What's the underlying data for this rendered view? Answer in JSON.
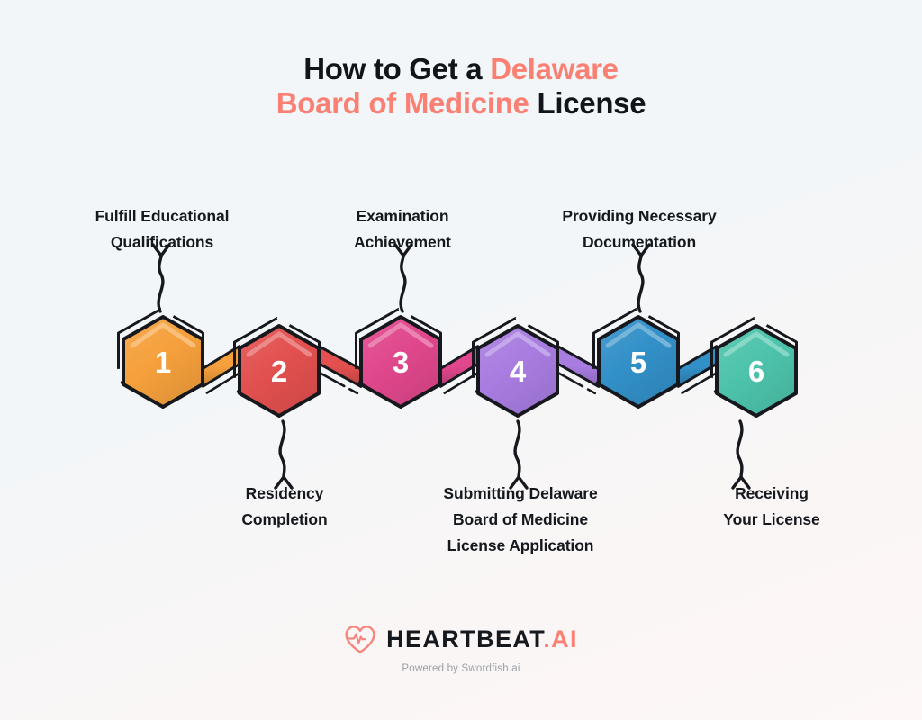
{
  "title": {
    "line1_plain": "How to Get a ",
    "line1_accent": "Delaware",
    "line2_accent": "Board of Medicine",
    "line2_plain": " License"
  },
  "theme": {
    "accent": "#fa8074",
    "background_top": "#f3f6f8",
    "background_bottom": "#fdf7f7",
    "outline": "#16181d",
    "text": "#15181c"
  },
  "steps": [
    {
      "number": "1",
      "label_line1": "Fulfill Educational",
      "label_line2": "Qualifications",
      "label_line3": "",
      "position": "top",
      "color": "#f5a03c",
      "color_dark": "#e2862a",
      "color_light": "#f8b862"
    },
    {
      "number": "2",
      "label_line1": "Residency",
      "label_line2": "Completion",
      "label_line3": "",
      "position": "bottom",
      "color": "#e2504f",
      "color_dark": "#cb3d3e",
      "color_light": "#ea6f6d"
    },
    {
      "number": "3",
      "label_line1": "Examination",
      "label_line2": "Achievement",
      "label_line3": "",
      "position": "top",
      "color": "#e0478c",
      "color_dark": "#c83377",
      "color_light": "#ec69a4"
    },
    {
      "number": "4",
      "label_line1": "Submitting Delaware",
      "label_line2": "Board of Medicine",
      "label_line3": "License Application",
      "position": "bottom",
      "color": "#a濃",
      "color_hex": "#a濃",
      "color_dark": "#8f5fc4",
      "color_light": "#bb95e2"
    },
    {
      "number": "5",
      "label_line1": "Providing Necessary",
      "label_line2": "Documentation",
      "label_line3": "",
      "position": "top",
      "color": "#3290c8",
      "color_dark": "#2479ae",
      "color_light": "#55a8da"
    },
    {
      "number": "6",
      "label_line1": "Receiving",
      "label_line2": "Your License",
      "label_line3": "",
      "position": "bottom",
      "color": "#4dc3ab",
      "color_dark": "#36ab93",
      "color_light": "#73d4c0"
    }
  ],
  "footer": {
    "brand_main": "HEARTBEAT",
    "brand_dot": ".",
    "brand_suffix": "AI",
    "tagline": "Powered by Swordfish.ai",
    "logo_icon": "heart-pulse-icon"
  }
}
